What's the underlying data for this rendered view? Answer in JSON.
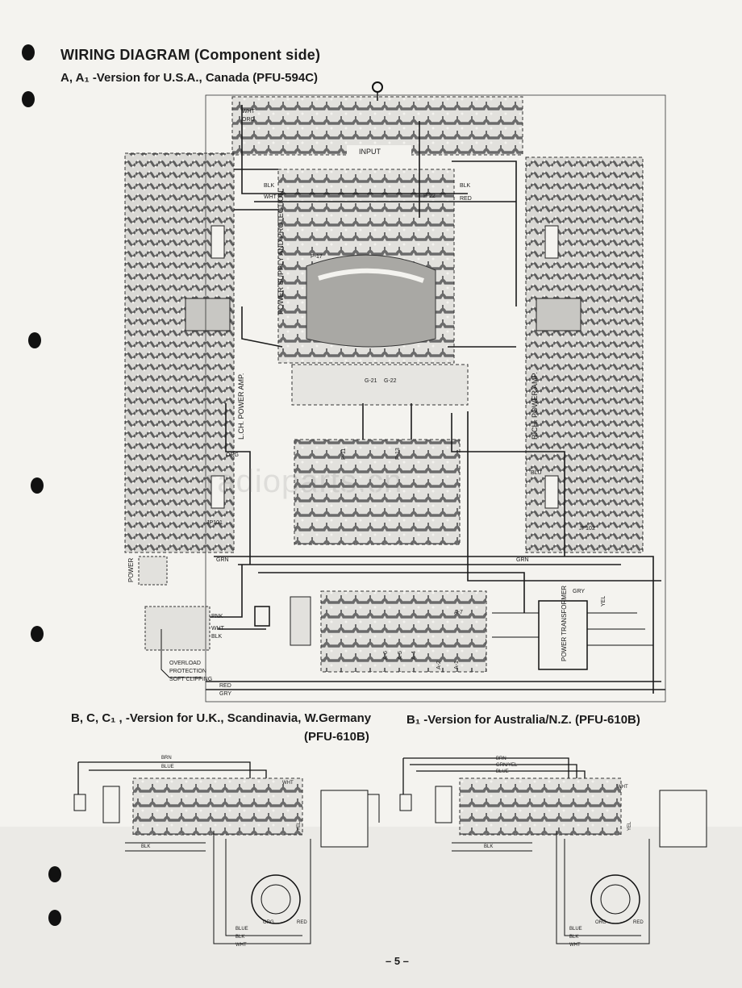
{
  "header": {
    "title": "WIRING DIAGRAM (Component side)",
    "subtitle": "A, A₁ -Version for U.S.A., Canada (PFU-594C)"
  },
  "main_diagram": {
    "input_label": "INPUT",
    "power_supply_label": "POWER SUPPLY AND PROTECTION",
    "lch_label": "L.CH. POWER AMP.",
    "rch_label": "R.CH. POWER AMP.",
    "power_label": "POWER",
    "transformer_label": "POWER TRANSFORMER",
    "legend": [
      "OVERLOAD",
      "PROTECTION",
      "SOFT CLIPPING"
    ],
    "wire_labels": [
      "WHT",
      "ORG",
      "BLK",
      "RED",
      "GRN",
      "GRY",
      "PNK",
      "YEL",
      "BLU"
    ],
    "pin_labels": [
      "P-11",
      "P-12",
      "P-13",
      "P-14",
      "P-15",
      "P-16",
      "P-17",
      "P-22",
      "G-21",
      "G-22",
      "JP101",
      "JP102",
      "A-1",
      "A-2",
      "A-4",
      "A-5",
      "A-6",
      "A-7"
    ]
  },
  "captions": {
    "left_version": "B, C, C₁ , -Version for U.K., Scandinavia, W.Germany",
    "left_model": "(PFU-610B)",
    "right_version": "B₁ -Version for Australia/N.Z. (PFU-610B)"
  },
  "lower_left_labels": [
    "BRN",
    "BLUE",
    "WHT",
    "BLK",
    "ORG",
    "RED",
    "YEL",
    "BLUE",
    "BLK",
    "WHT"
  ],
  "lower_right_labels": [
    "BRN",
    "GRN/YEL",
    "BLUE",
    "WHT",
    "BLK",
    "ORG",
    "RED",
    "YEL",
    "BLUE",
    "BLK",
    "WHT"
  ],
  "watermark": "radioparts.cn",
  "page_number": "– 5 –",
  "colors": {
    "ink": "#1b1b1b",
    "paper": "#f4f3ef",
    "trace": "#6b6b6b"
  }
}
